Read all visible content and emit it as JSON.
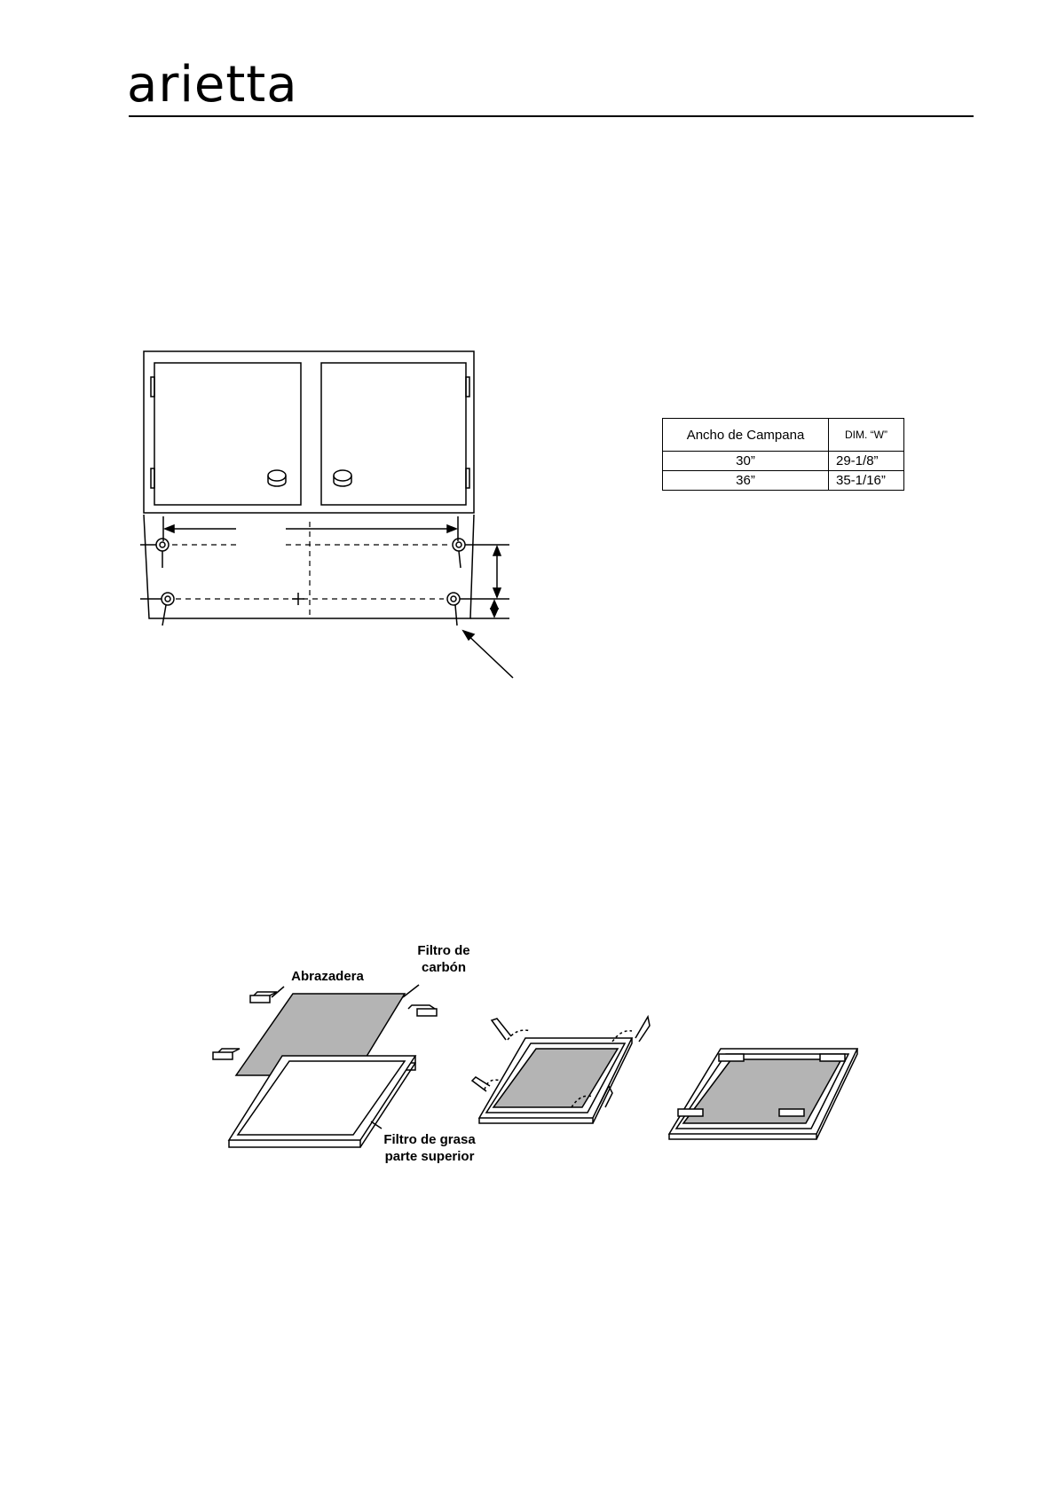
{
  "brand": {
    "logo_text": "arietta"
  },
  "dimension_table": {
    "headers": [
      "Ancho de Campana",
      "DIM. “W”"
    ],
    "rows": [
      [
        "30”",
        "29-1/8”"
      ],
      [
        "36”",
        "35-1/16”"
      ]
    ]
  },
  "filter_diagram": {
    "labels": {
      "clamp": "Abrazadera",
      "carbon_filter_line1": "Filtro de",
      "carbon_filter_line2": "carbón",
      "grease_filter_line1": "Filtro de grasa",
      "grease_filter_line2": "parte superior"
    }
  }
}
